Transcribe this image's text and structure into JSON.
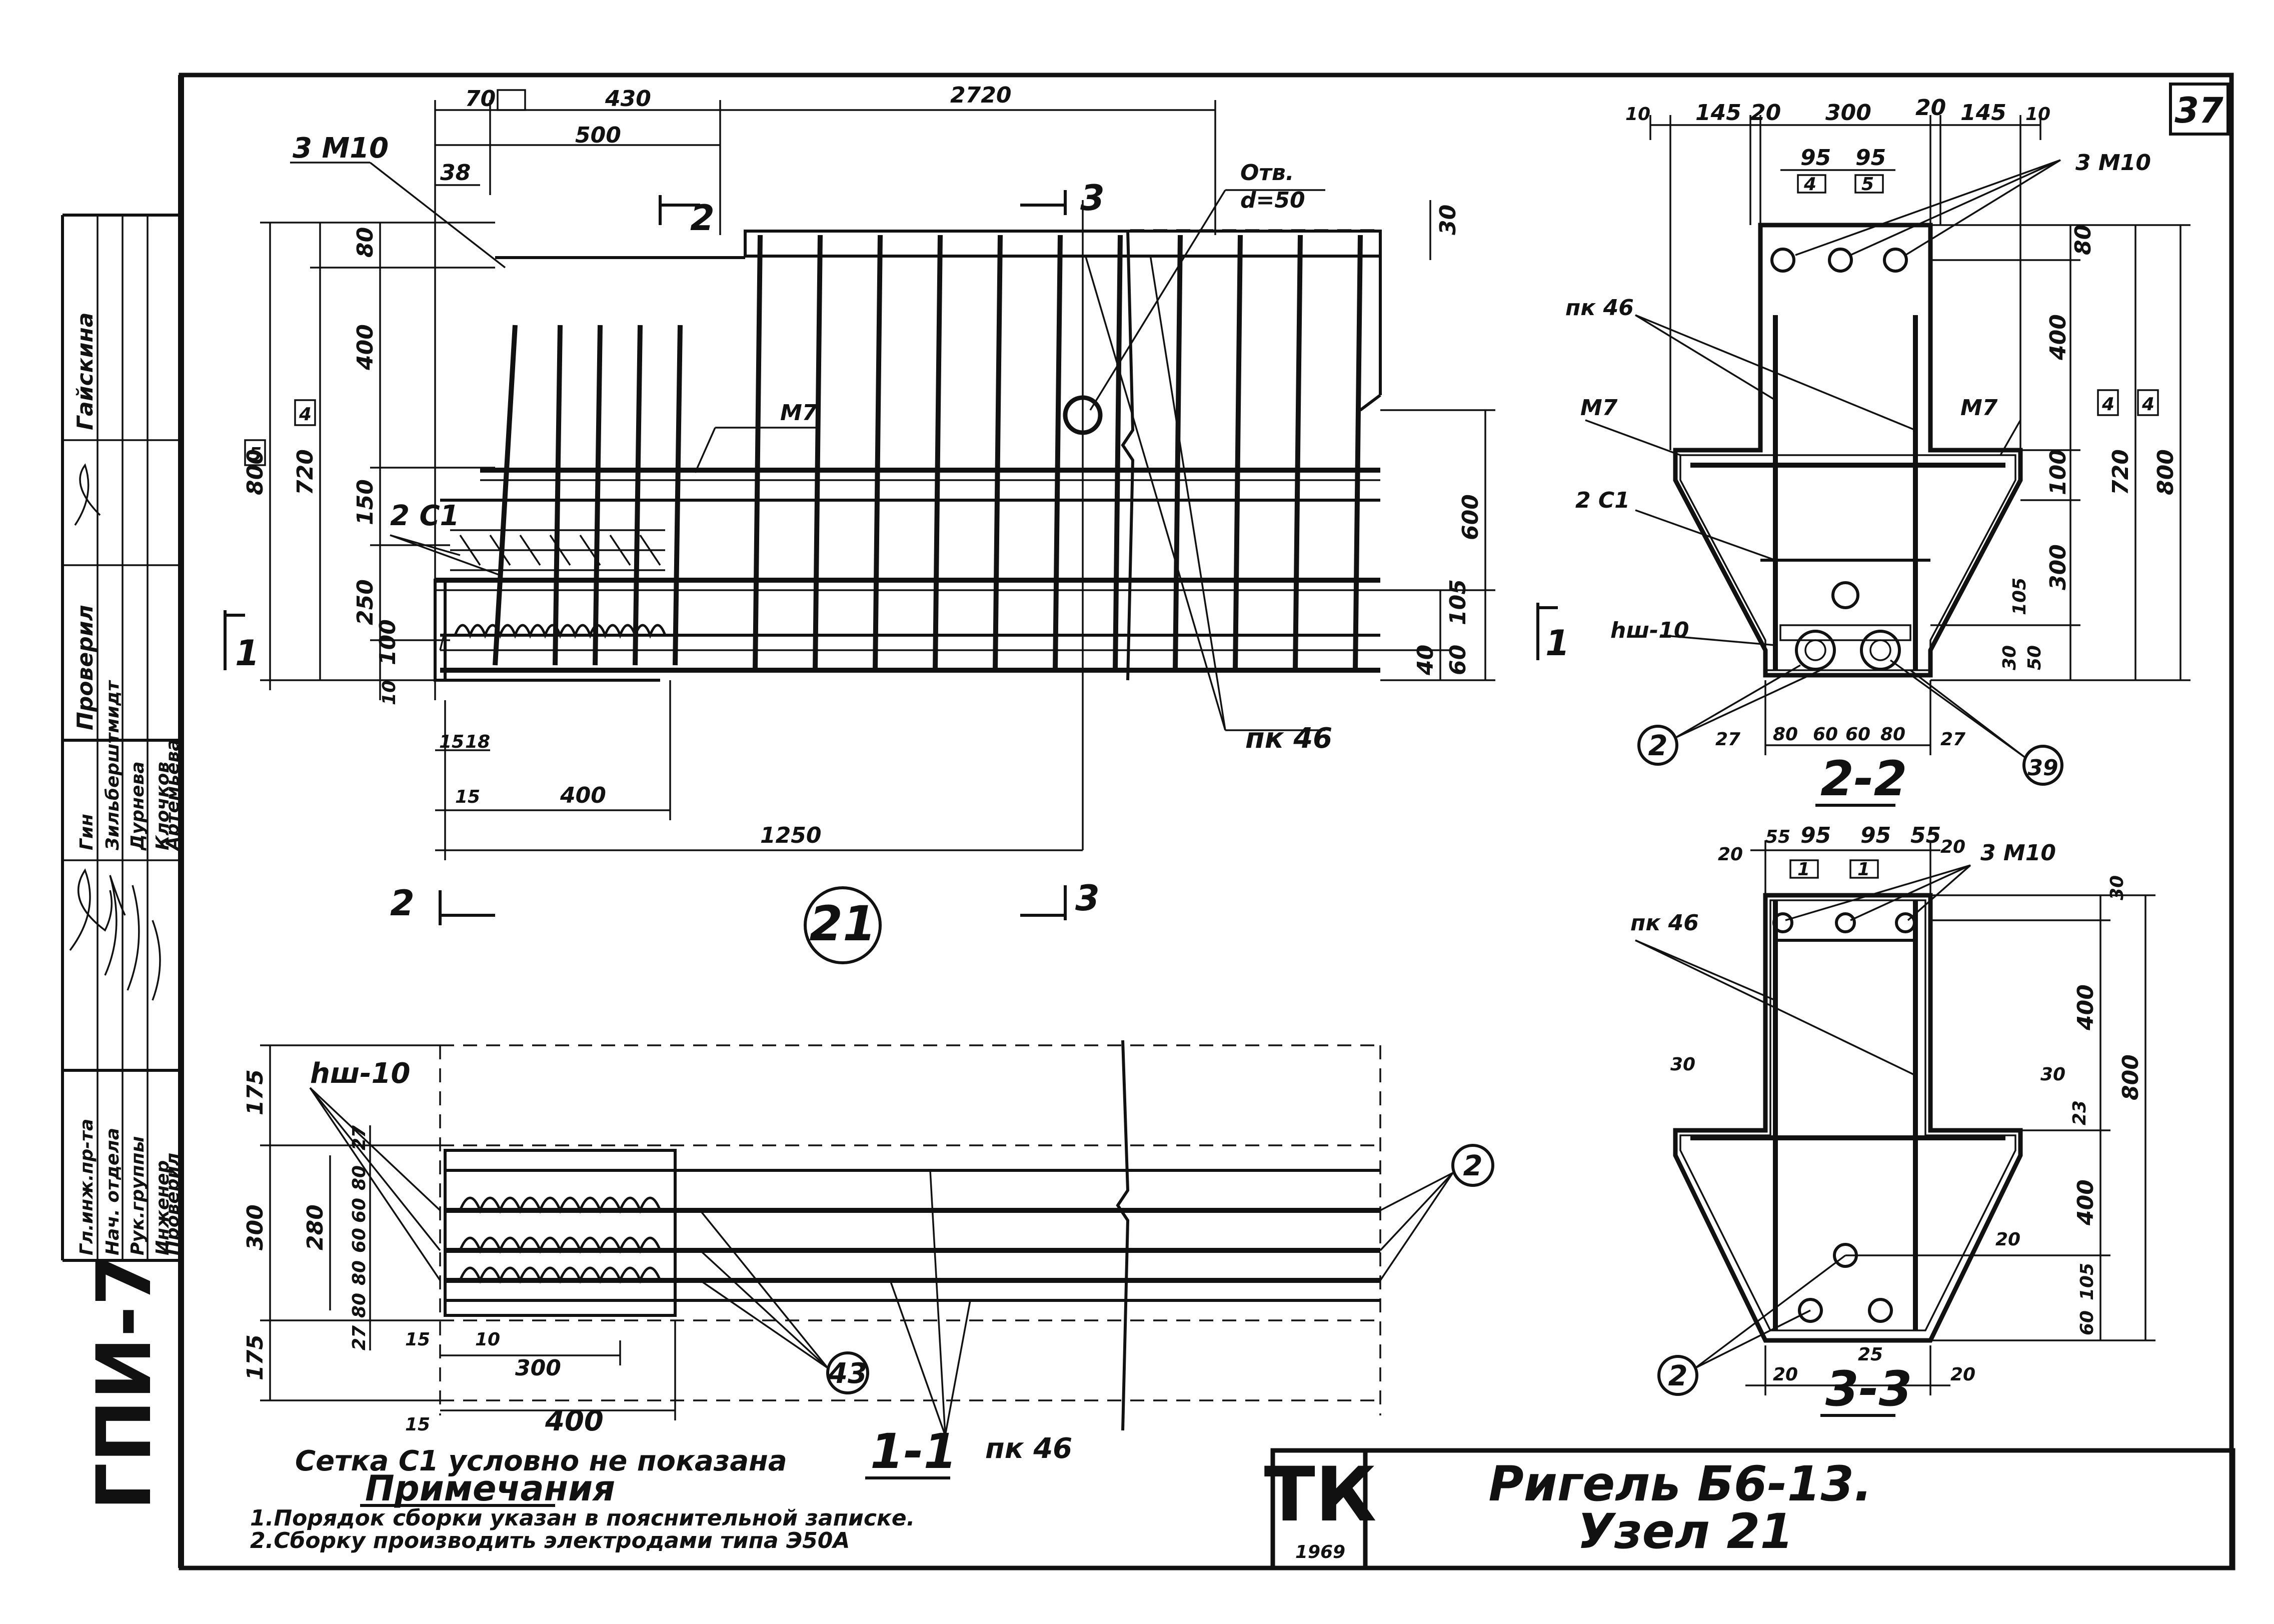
{
  "sheet_number": "37",
  "stamp": {
    "org": "ТК",
    "year": "1969",
    "series": "ГПИ-7",
    "title_line1": "Ригель Б6-13.",
    "title_line2": "Узел 21"
  },
  "title_block": {
    "roles": [
      "Гл.инж.пр-та",
      "Нач. отдела",
      "Рук.группы",
      "Инженер",
      "Проверил"
    ],
    "names": [
      "Гин",
      "Зильберштмидт",
      "Дурнева",
      "Клочков",
      "Артемьева"
    ],
    "checked_label": "Проверил",
    "checked_name": "Гайскина"
  },
  "notes": {
    "not_shown": "Сетка С1 условно не показана",
    "heading": "Примечания",
    "items": [
      "1.Порядок сборки указан в пояснительной записке.",
      "2.Сборку производить электродами типа Э50А"
    ]
  },
  "view_main": {
    "node_label": "21",
    "callouts": {
      "m10": "3 М10",
      "hole": "Отв.",
      "hole_d": "d=50",
      "m7": "М7",
      "c1": "2 С1",
      "pk46": "пк 46"
    },
    "section_marks": [
      "1",
      "2",
      "2",
      "3",
      "3"
    ],
    "dims_top": [
      "70",
      "430",
      "2720",
      "500",
      "38"
    ],
    "dims_left": [
      "800",
      "720",
      "80",
      "400",
      "150",
      "250",
      "100",
      "10"
    ],
    "dims_right": [
      "600",
      "105",
      "40",
      "60",
      "30"
    ],
    "dims_bottom": [
      "15",
      "18",
      "15",
      "400",
      "1250"
    ],
    "marks": [
      "5",
      "4"
    ]
  },
  "view_1_1": {
    "label": "1-1",
    "callouts": {
      "hw10": "hш-10",
      "pk46": "пк 46",
      "n2": "2",
      "n43": "43"
    },
    "dims_left": [
      "175",
      "300",
      "175",
      "280"
    ],
    "dims_inner": [
      "27",
      "80",
      "60",
      "60",
      "80",
      "80",
      "27"
    ],
    "dims_bottom": [
      "15",
      "10",
      "300",
      "15",
      "400"
    ]
  },
  "view_2_2": {
    "label": "2-2",
    "callouts": {
      "m10": "3 М10",
      "pk46": "пк 46",
      "m7a": "М7",
      "m7b": "М7",
      "c1": "2 С1",
      "hw10": "hш-10",
      "n2": "2",
      "n39": "39"
    },
    "section_mark": "1",
    "dims_top": [
      "10",
      "145",
      "20",
      "300",
      "20",
      "145",
      "10"
    ],
    "dims_top2": [
      "95",
      "95"
    ],
    "dims_right": [
      "80",
      "400",
      "100",
      "300",
      "105",
      "30",
      "50",
      "720",
      "800"
    ],
    "dims_bottom": [
      "27",
      "80",
      "60",
      "60",
      "80",
      "27"
    ],
    "marks": [
      "4",
      "5",
      "4",
      "4"
    ]
  },
  "view_3_3": {
    "label": "3-3",
    "callouts": {
      "m10": "3 М10",
      "pk46": "пк 46",
      "n2": "2"
    },
    "dims_top": [
      "20",
      "55",
      "95",
      "95",
      "55",
      "20"
    ],
    "dims_right": [
      "30",
      "400",
      "800",
      "30",
      "23",
      "400",
      "20",
      "105",
      "60"
    ],
    "dims_left": [
      "30"
    ],
    "dims_bottom": [
      "20",
      "25",
      "20"
    ],
    "marks": [
      "1",
      "1"
    ]
  }
}
